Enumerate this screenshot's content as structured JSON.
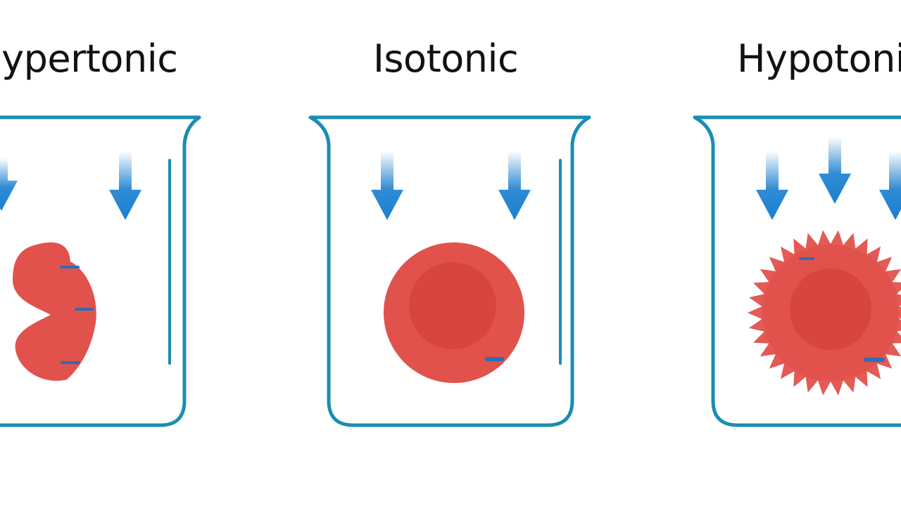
{
  "panels": [
    {
      "label": "Hypertonic"
    },
    {
      "label": "Isotonic"
    },
    {
      "label": "Hypotonic"
    }
  ],
  "colors": {
    "beaker": "#1b8db3",
    "arrow": "#1a7fd0",
    "cell": "#e1524c",
    "cell_center": "#d8453f",
    "marker": "#2a6fb8"
  }
}
